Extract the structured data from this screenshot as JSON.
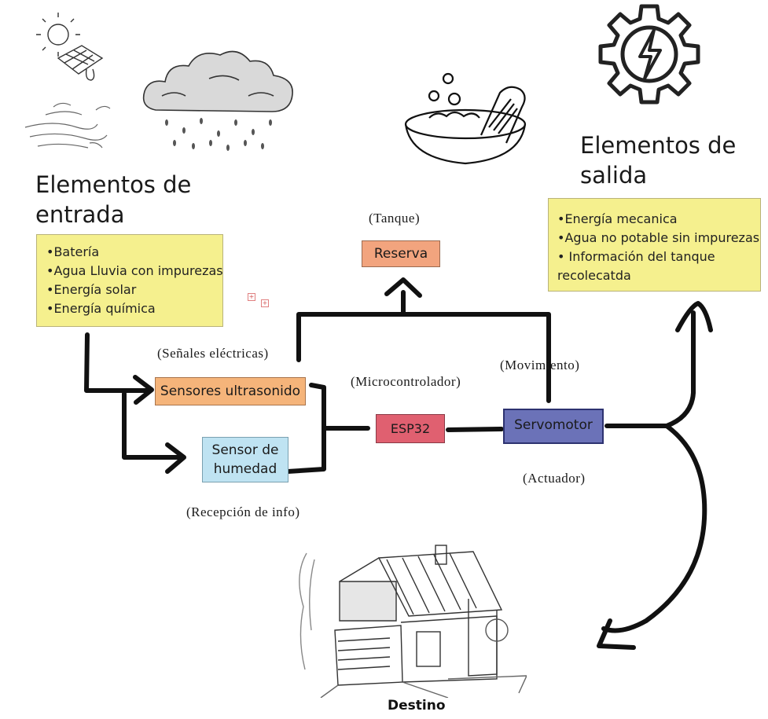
{
  "input": {
    "heading_line1": "Elementos de",
    "heading_line2": "entrada",
    "items": [
      "•Batería",
      "•Agua Lluvia con impurezas",
      "•Energía solar",
      "•Energía química"
    ]
  },
  "output": {
    "heading_line1": "Elementos de",
    "heading_line2": "salida",
    "items": [
      "•Energía mecanica",
      "•Agua no potable sin impurezas",
      "• Información del tanque",
      "recolecatda"
    ]
  },
  "nodes": {
    "reserva": "Reserva",
    "ultrasonido": "Sensores ultrasonido",
    "humedad_line1": "Sensor de",
    "humedad_line2": "humedad",
    "esp32": "ESP32",
    "servomotor": "Servomotor"
  },
  "captions": {
    "tanque": "(Tanque)",
    "senales": "(Señales eléctricas)",
    "microcontrolador": "(Microcontrolador)",
    "movimiento": "(Movimiento)",
    "actuador": "(Actuador)",
    "recepcion": "(Recepción de info)"
  },
  "destino": "Destino",
  "icons": [
    "solar-panel-icon",
    "wind-icon",
    "rain-cloud-icon",
    "washbasin-icon",
    "gear-bolt-icon",
    "house-icon"
  ],
  "colors": {
    "list_box": "#f5f08e",
    "reserva": "#f2a47e",
    "ultrasonido": "#f5b47a",
    "humedad": "#bfe3f2",
    "esp32": "#e06070",
    "servomotor": "#6b72b8"
  }
}
